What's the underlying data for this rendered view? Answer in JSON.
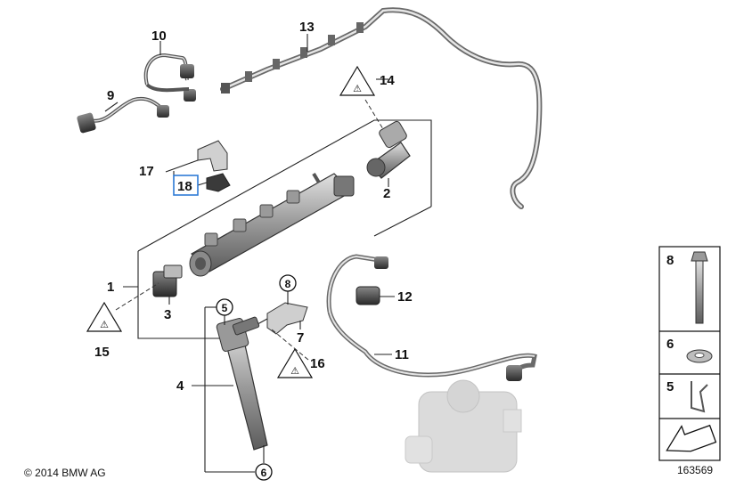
{
  "diagram": {
    "copyright": "© 2014 BMW AG",
    "image_number": "163569",
    "highlighted_callout": "18",
    "callouts": {
      "c1": "1",
      "c2": "2",
      "c3": "3",
      "c4": "4",
      "c5": "5",
      "c6": "6",
      "c7": "7",
      "c8": "8",
      "c9": "9",
      "c10": "10",
      "c11": "11",
      "c12": "12",
      "c13": "13",
      "c14": "14",
      "c15": "15",
      "c16": "16",
      "c17": "17",
      "c18": "18"
    },
    "side_panel": {
      "row1": "8",
      "row2": "6",
      "row3": "5"
    },
    "colors": {
      "highlight": "#2e7bd6",
      "part_fill": "#b9b9b9",
      "ink": "#111111"
    }
  }
}
